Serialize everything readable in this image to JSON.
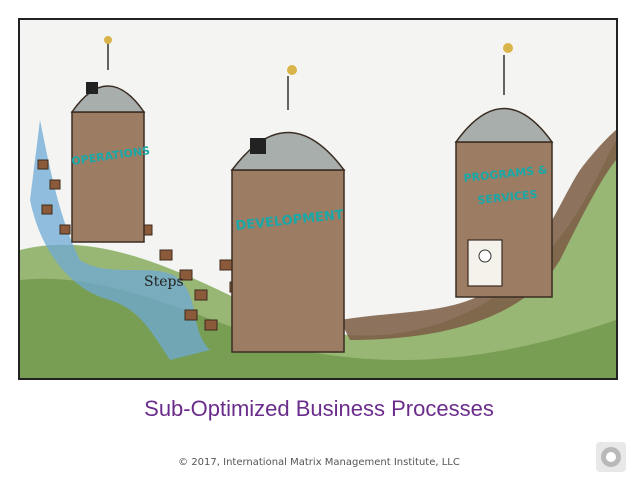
{
  "illustration": {
    "silos": [
      {
        "label": "OPERATIONS"
      },
      {
        "label": "DEVELOPMENT"
      },
      {
        "label_line1": "PROGRAMS &",
        "label_line2": "SERVICES"
      }
    ],
    "steps_label": "Steps"
  },
  "slide": {
    "title": "Sub-Optimized Business Processes",
    "copyright": "© 2017, International Matrix Management Institute, LLC"
  },
  "colors": {
    "title": "#6b2d8c",
    "label_text": "#1aa7a7",
    "grass": "#7aa24a",
    "water": "#6fa9d6",
    "silo_body": "#9c7d63",
    "dome": "#a7aeab"
  },
  "icons": [
    "weathervane-icon",
    "person-in-doorway-icon",
    "institute-logo-icon"
  ]
}
